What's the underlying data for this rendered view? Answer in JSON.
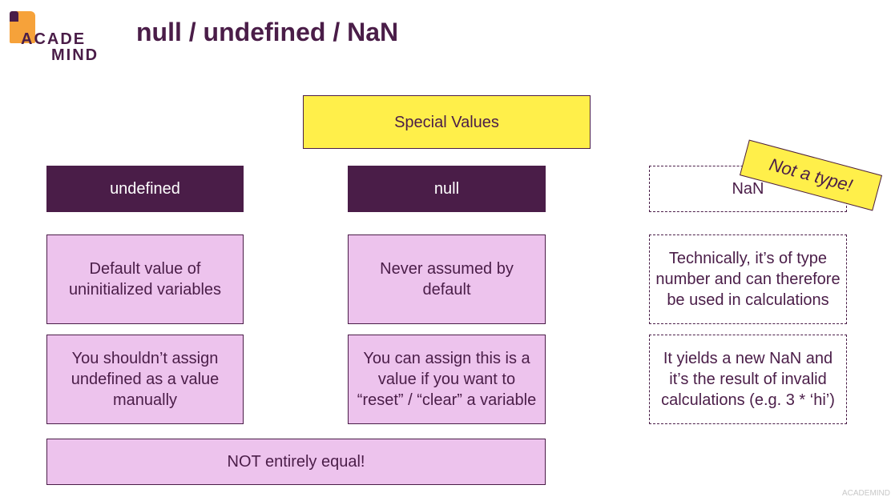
{
  "logo": {
    "line1": "ACADE",
    "line2": "MIND"
  },
  "title": "null / undefined / NaN",
  "special_values": "Special Values",
  "columns": {
    "undefined": {
      "header": "undefined",
      "box1": "Default value of uninitialized variables",
      "box2": "You shouldn’t assign undefined as a value manually"
    },
    "null": {
      "header": "null",
      "box1": "Never assumed by default",
      "box2": "You can assign this is a value if you want to “reset” / “clear” a variable"
    },
    "nan": {
      "header": "NaN",
      "box1": "Technically, it’s of type number and can therefore be used in calculations",
      "box2": "It yields a new NaN and it’s the result of invalid calculations (e.g. 3 * ‘hi’)",
      "sticker": "Not a type!"
    }
  },
  "footer_box": "NOT entirely equal!",
  "watermark": "ACADEMIND"
}
